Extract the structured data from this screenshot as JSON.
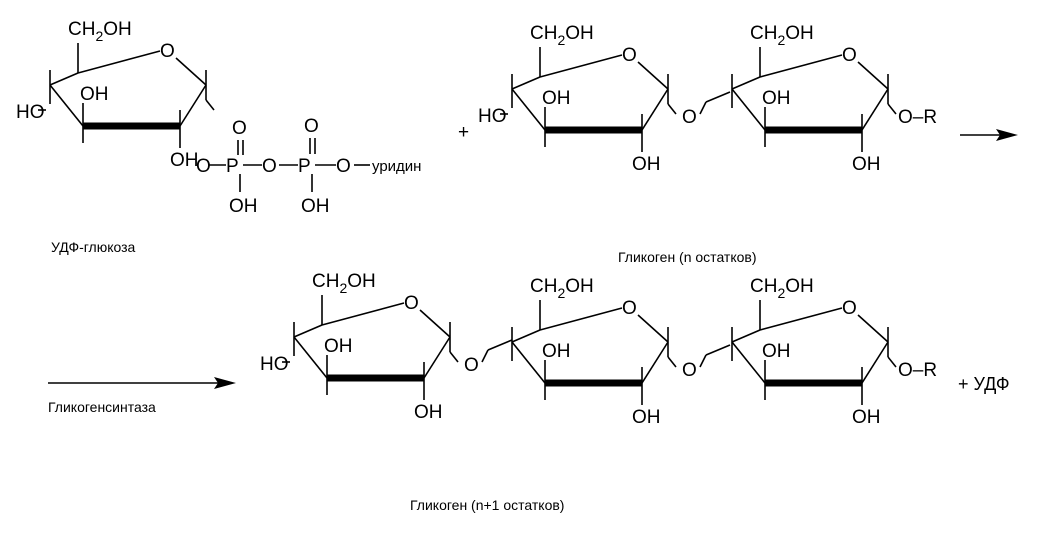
{
  "atoms": {
    "ch2oh_main": "CH",
    "ch2oh_sub": "2",
    "ch2oh_end": "OH",
    "ring_o": "O",
    "oh": "OH",
    "ho": "HO",
    "link_o": "O",
    "p": "P",
    "uridine": "уридин",
    "or": "O–R",
    "plus": "+"
  },
  "reactants": {
    "udp_glucose_label": "УДФ-глюкоза",
    "glycogen_n_label": "Гликоген  (n остатков)"
  },
  "reaction": {
    "enzyme_label": "Гликогенсинтаза"
  },
  "products": {
    "glycogen_n1_label": "Гликоген (n+1 остатков)",
    "udp": "+ УДФ"
  }
}
